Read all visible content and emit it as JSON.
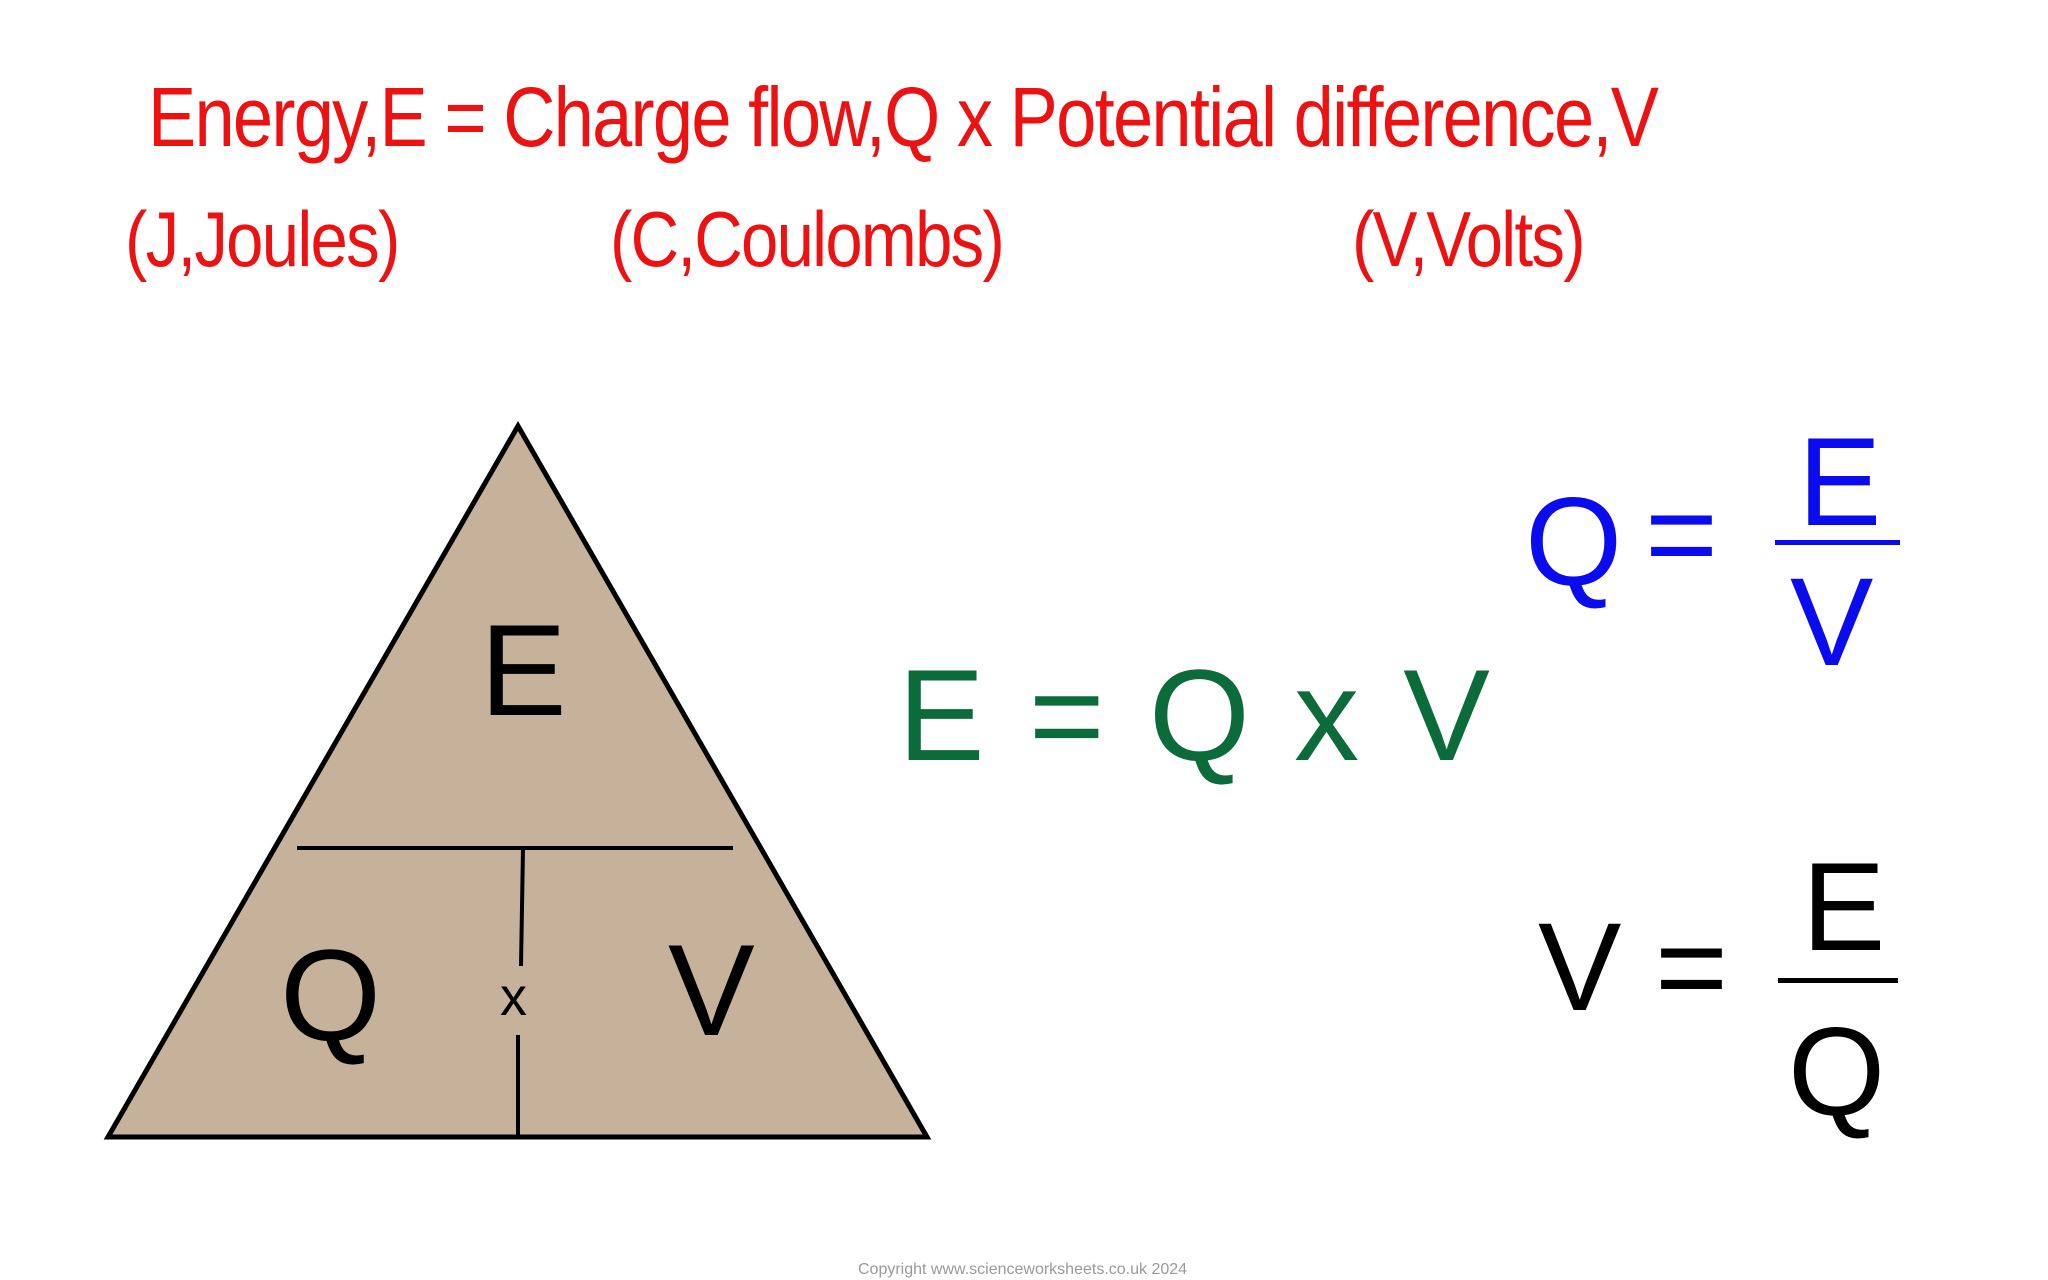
{
  "header": {
    "equation_words": "Energy,E = Charge flow,Q x Potential difference,V",
    "units": [
      {
        "label": "(J,Joules)"
      },
      {
        "label": "(C,Coulombs)"
      },
      {
        "label": "(V,Volts)"
      }
    ]
  },
  "triangle": {
    "top": "E",
    "bottom_left": "Q",
    "bottom_right": "V",
    "operator": "x",
    "fill_color": "#c6b29b"
  },
  "equations": {
    "energy": {
      "text": "E = Q x V",
      "color": "#0b6b3a"
    },
    "charge": {
      "lhs": "Q",
      "eq": "=",
      "numerator": "E",
      "denominator": "V",
      "color": "#0b0bf0"
    },
    "voltage": {
      "lhs": "V",
      "eq": "=",
      "numerator": "E",
      "denominator": "Q",
      "color": "#000000"
    }
  },
  "footer": {
    "copyright": "Copyright www.scienceworksheets.co.uk 2024"
  }
}
